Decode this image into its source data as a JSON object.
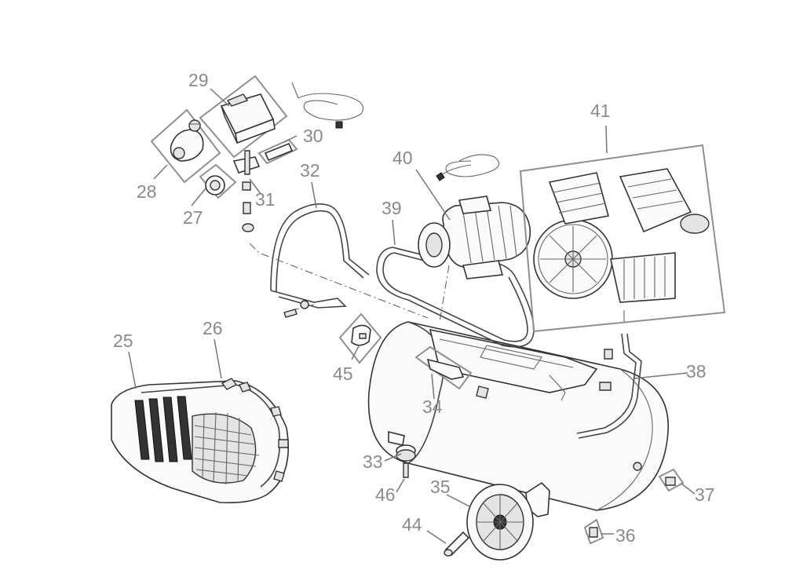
{
  "diagram": {
    "parts": [
      {
        "id": "25",
        "label": "25"
      },
      {
        "id": "26",
        "label": "26"
      },
      {
        "id": "27",
        "label": "27"
      },
      {
        "id": "28",
        "label": "28"
      },
      {
        "id": "29",
        "label": "29"
      },
      {
        "id": "30",
        "label": "30"
      },
      {
        "id": "31",
        "label": "31"
      },
      {
        "id": "32",
        "label": "32"
      },
      {
        "id": "33",
        "label": "33"
      },
      {
        "id": "34",
        "label": "34"
      },
      {
        "id": "35",
        "label": "35"
      },
      {
        "id": "36",
        "label": "36"
      },
      {
        "id": "37",
        "label": "37"
      },
      {
        "id": "38",
        "label": "38"
      },
      {
        "id": "39",
        "label": "39"
      },
      {
        "id": "40",
        "label": "40"
      },
      {
        "id": "41",
        "label": "41"
      },
      {
        "id": "44",
        "label": "44"
      },
      {
        "id": "45",
        "label": "45"
      },
      {
        "id": "46",
        "label": "46"
      }
    ]
  }
}
